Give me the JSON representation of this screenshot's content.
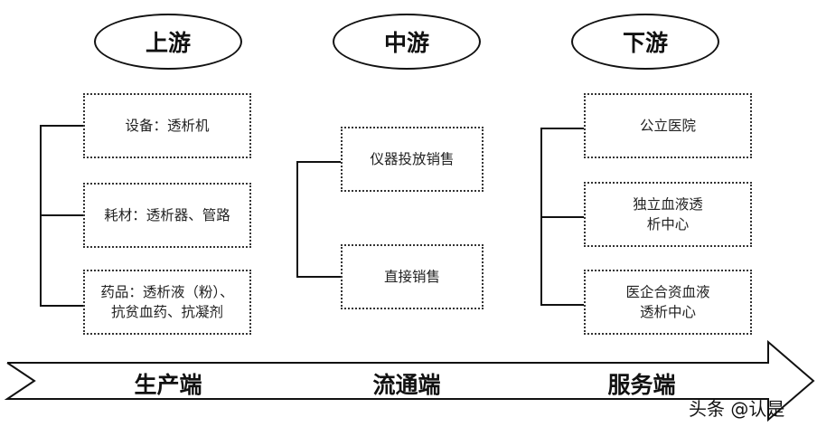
{
  "tiers": {
    "upstream": {
      "title": "上游",
      "items": [
        "设备：透析机",
        "耗材：透析器、管路",
        "药品：透析液（粉）、\n抗贫血药、抗凝剂"
      ]
    },
    "midstream": {
      "title": "中游",
      "items": [
        "仪器投放销售",
        "直接销售"
      ]
    },
    "downstream": {
      "title": "下游",
      "items": [
        "公立医院",
        "独立血液透\n析中心",
        "医企合资血液\n透析中心"
      ]
    }
  },
  "stages": [
    "生产端",
    "流通端",
    "服务端"
  ],
  "watermark": "头条 @认是"
}
